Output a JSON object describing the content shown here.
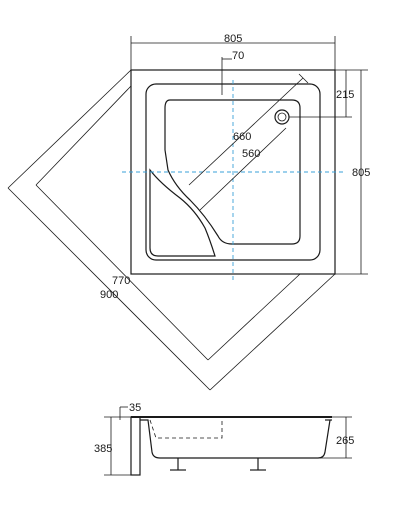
{
  "dimensions": {
    "top_width": "805",
    "offset_70": "70",
    "drain_215": "215",
    "right_height": "805",
    "diag_660": "660",
    "diag_560": "560",
    "diag_770": "770",
    "diag_900": "900",
    "side_35": "35",
    "side_385": "385",
    "side_265": "265"
  }
}
